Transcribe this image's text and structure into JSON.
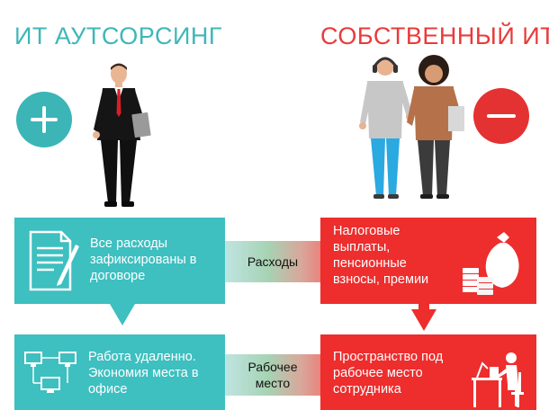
{
  "titles": {
    "left": "ИТ АУТСОРСИНГ",
    "right": "СОБСТВЕННЫЙ ИТ"
  },
  "boxes": {
    "outsourcing_costs": "Все расходы\nзафиксированы в\nдоговоре",
    "own_costs": "Налоговые\nвыплаты,\nпенсионные\nвзносы, премии",
    "outsourcing_workplace": "Работа удаленно.\nЭкономия места в\nофисе",
    "own_workplace": "Пространство под\nрабочее место\nсотрудника"
  },
  "connectors": {
    "costs": "Расходы",
    "workplace": "Рабочее\nместо"
  },
  "colors": {
    "teal": "#3ebfc0",
    "red": "#ee2d2d",
    "title_teal": "#3fb7b9",
    "title_red": "#ea3a3a"
  },
  "icons": {
    "plus": "plus-icon",
    "minus": "minus-icon",
    "contract": "contract-icon",
    "money": "money-bag-icon",
    "network": "network-computers-icon",
    "desk": "office-worker-icon"
  }
}
